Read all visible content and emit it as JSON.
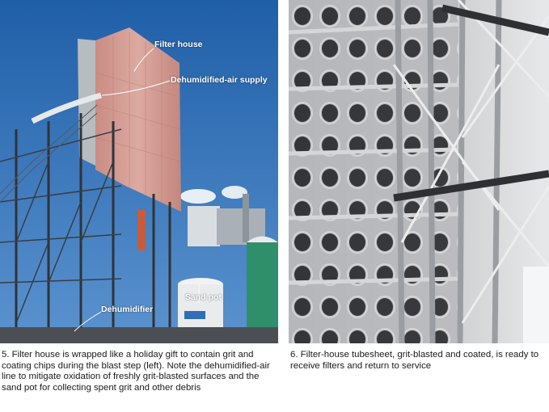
{
  "figures": [
    {
      "caption": "5. Filter house is wrapped like a holiday gift to contain grit and coating chips during the blast step (left). Note the dehumidified-air line to mitigate oxidation of freshly grit-blasted surfaces and the sand pot for collecting spent grit and other debris",
      "labels": {
        "filter_house": "Filter house",
        "dehumidified_air_supply": "Dehumidified-air supply",
        "dehumidifier": "Dehumidifier",
        "sand_pot": "Sand pot"
      }
    },
    {
      "caption": "6. Filter-house tubesheet, grit-blasted and coated, is ready to receive filters and return to service"
    }
  ],
  "colors": {
    "sky": "#2f6fb6",
    "wrap": "#d9a39a",
    "steel": "#3a3d42",
    "tubesheet": "#c9cbcd"
  }
}
